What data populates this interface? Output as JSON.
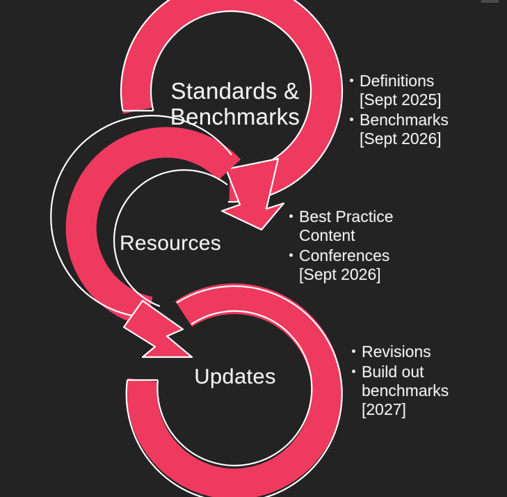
{
  "theme": {
    "background": "#232323",
    "accent": "#ee3a5f",
    "outline": "#ffffff",
    "text": "#f2f0f0",
    "artifact": "#4a4a4a"
  },
  "diagram": {
    "type": "cyclical-process",
    "title_visible": false,
    "stages": [
      {
        "id": "standards",
        "label": "Standards &\nBenchmarks",
        "shape": "circular-arrow",
        "bullets": [
          {
            "lines": [
              "Definitions",
              "[Sept 2025]"
            ]
          },
          {
            "lines": [
              "Benchmarks",
              "[Sept 2026]"
            ]
          }
        ]
      },
      {
        "id": "resources",
        "label": "Resources",
        "shape": "circular-arrow",
        "bullets": [
          {
            "lines": [
              "Best Practice",
              "Content"
            ]
          },
          {
            "lines": [
              "Conferences",
              "[Sept 2026]"
            ]
          }
        ]
      },
      {
        "id": "updates",
        "label": "Updates",
        "shape": "circular-arrow",
        "bullets": [
          {
            "lines": [
              "Revisions"
            ]
          },
          {
            "lines": [
              "Build out",
              "benchmarks",
              "[2027]"
            ]
          }
        ]
      }
    ]
  },
  "icons": {
    "circular_arrow": "circular-arrow-icon",
    "bullet": "bullet-dot-icon"
  }
}
